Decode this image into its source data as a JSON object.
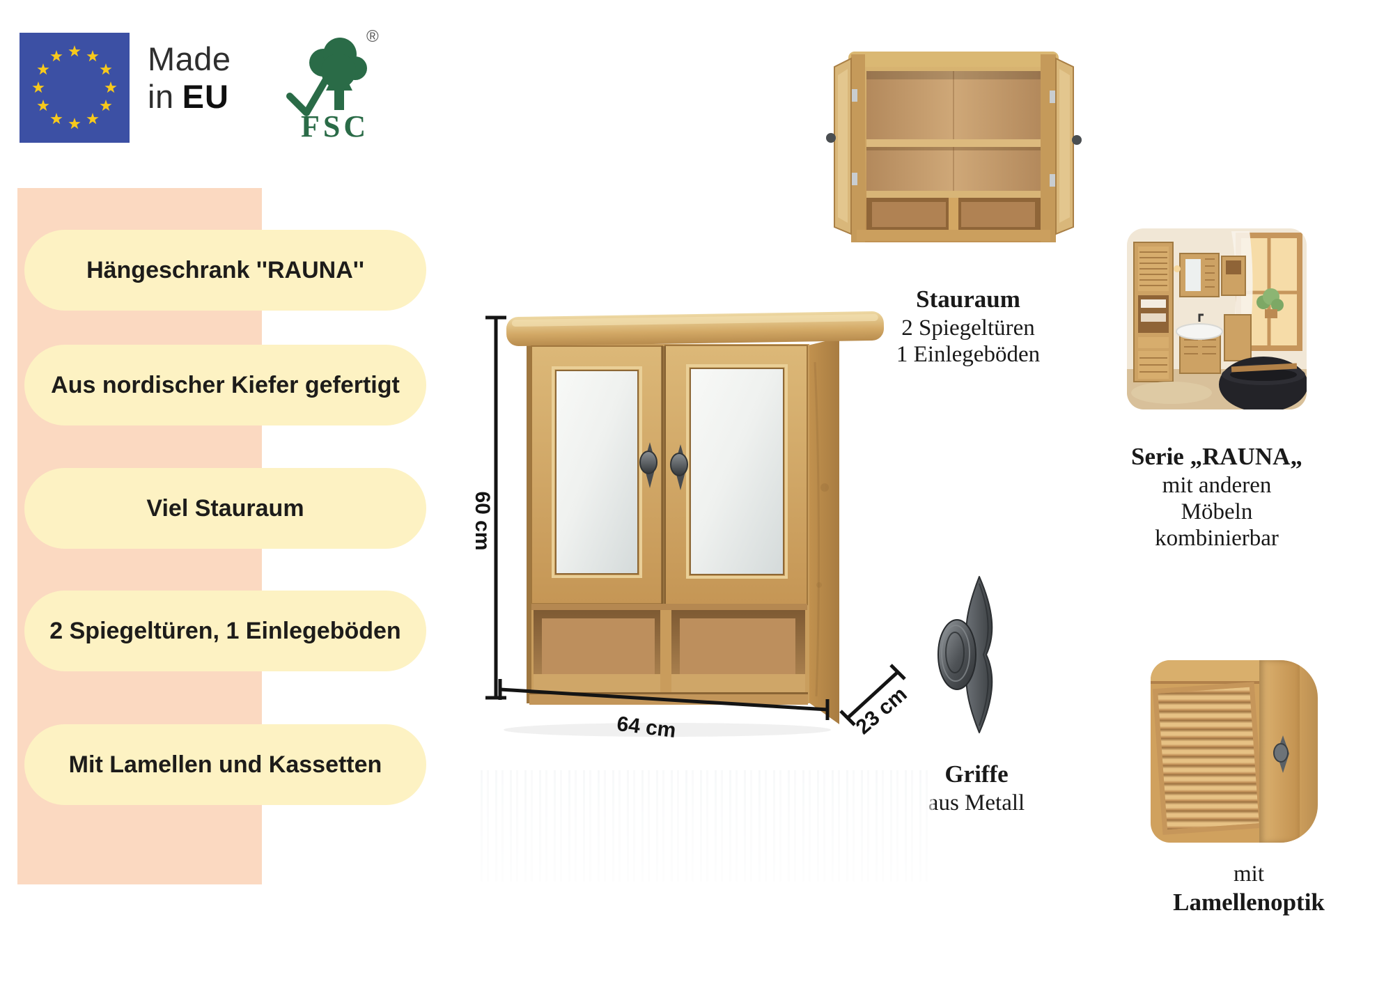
{
  "badges": {
    "eu_flag": {
      "stars": 12
    },
    "made_in_eu": {
      "line1": "Made",
      "line2_regular": "in",
      "line2_bold": "EU"
    },
    "fsc": {
      "label": "FSC",
      "registered_mark": "®"
    }
  },
  "features": {
    "pills": [
      "Hängeschrank ''RAUNA''",
      "Aus nordischer Kiefer gefertigt",
      "Viel Stauraum",
      "2 Spiegeltüren, 1 Einlegeböden",
      "Mit Lamellen und Kassetten"
    ]
  },
  "dimensions": {
    "height": "60 cm",
    "width": "64 cm",
    "depth": "23 cm"
  },
  "callouts": {
    "stauraum": {
      "title": "Stauraum",
      "lines": [
        "2 Spiegeltüren",
        "1 Einlegeböden"
      ]
    },
    "serie": {
      "title": "Serie „RAUNA„",
      "lines": [
        "mit anderen",
        "Möbeln",
        "kombinierbar"
      ]
    },
    "griffe": {
      "title": "Griffe",
      "subtitle": "aus Metall"
    },
    "lamellen": {
      "pre": "mit",
      "title": "Lamellenoptik"
    }
  },
  "colors": {
    "pink_band": "#fbd9c1",
    "pill_yellow": "#fdf2c3",
    "text_dark": "#1d1c1a",
    "eu_blue": "#3c50a4",
    "star_yellow": "#f7c91c",
    "fsc_green": "#2a6b47",
    "dim_line": "#141414",
    "wood_light": "#e2c186",
    "wood_mid": "#cfa05c",
    "wood_dark": "#a87a42",
    "mirror_light": "#f5f6f4",
    "metal_dark": "#3e4246"
  }
}
